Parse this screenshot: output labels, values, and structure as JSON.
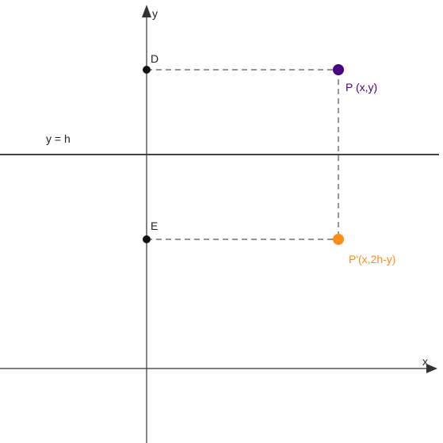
{
  "diagram": {
    "axes": {
      "x_label": "x",
      "y_label": "y"
    },
    "line": {
      "label": "y = h"
    },
    "points": {
      "D": {
        "label": "D"
      },
      "E": {
        "label": "E"
      },
      "P": {
        "label": "P (x,y)"
      },
      "P_reflected": {
        "label": "P'(x,2h-y)"
      }
    },
    "colors": {
      "axis": "#333333",
      "line_h": "#444444",
      "dashed": "#555555",
      "axis_point": "#111111",
      "P": "#4b0082",
      "P_reflected": "#ff8c1a"
    }
  }
}
